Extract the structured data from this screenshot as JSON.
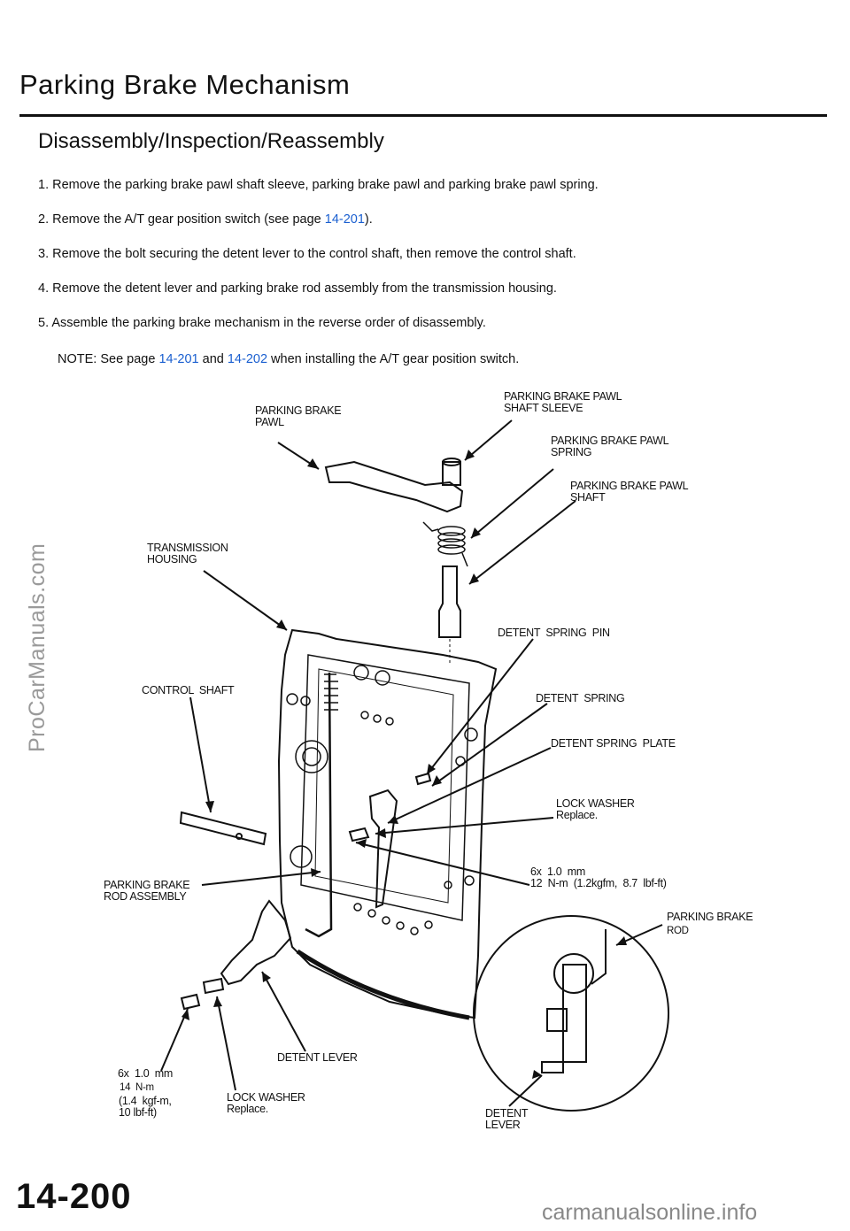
{
  "header": {
    "title": "Parking Brake Mechanism",
    "subtitle": "Disassembly/Inspection/Reassembly"
  },
  "steps": [
    {
      "text": "1.  Remove the parking brake pawl shaft sleeve, parking brake pawl and parking brake pawl spring."
    },
    {
      "pre": "2.  Remove the A/T gear position switch (see page ",
      "link": "14-201",
      "post": ")."
    },
    {
      "text": "3.  Remove the bolt securing the detent lever to the control shaft, then remove the control shaft."
    },
    {
      "text": "4.  Remove the detent lever and parking brake rod assembly from the transmission housing."
    },
    {
      "text": "5.  Assemble the parking brake mechanism in the reverse order of disassembly."
    }
  ],
  "note": {
    "pre": "NOTE:  See page ",
    "link1": "14-201",
    "mid": " and ",
    "link2": "14-202",
    "post": " when installing the A/T gear position switch."
  },
  "labels": {
    "parking_brake_pawl": "PARKING BRAKE\nPAWL",
    "pawl_shaft_sleeve": "PARKING BRAKE PAWL\nSHAFT SLEEVE",
    "pawl_spring": "PARKING BRAKE PAWL\nSPRING",
    "pawl_shaft": "PARKING BRAKE PAWL\nSHAFT",
    "transmission_housing": "TRANSMISSION\nHOUSING",
    "detent_spring_pin": "DETENT  SPRING  PIN",
    "control_shaft": "CONTROL  SHAFT",
    "detent_spring": "DETENT  SPRING",
    "detent_spring_plate": "DETENT SPRING  PLATE",
    "lock_washer_1": "LOCK WASHER\nReplace.",
    "bolt_spec_1": "6x  1.0  mm\n12  N-m  (1.2kgfm,  8.7  lbf-ft)",
    "parking_brake_rod_assembly": "PARKING BRAKE\nROD ASSEMBLY",
    "parking_brake_rod": "PARKING BRAKE",
    "parking_brake_rod_2": "ROD",
    "detent_lever_1": "DETENT LEVER",
    "bolt_spec_2_a": "6x  1.0  mm",
    "bolt_spec_2_b": "14  N-m",
    "bolt_spec_2_c": "(1.4  kgf-m,\n10 lbf-ft)",
    "lock_washer_2": "LOCK WASHER\nReplace.",
    "detent_lever_2": "DETENT\nLEVER"
  },
  "watermark": "ProCarManuals.com",
  "page_number": "14-200",
  "footer": "carmanualsonline.info",
  "colors": {
    "link": "#1a5fd0",
    "watermark": "#9a9a9a"
  }
}
